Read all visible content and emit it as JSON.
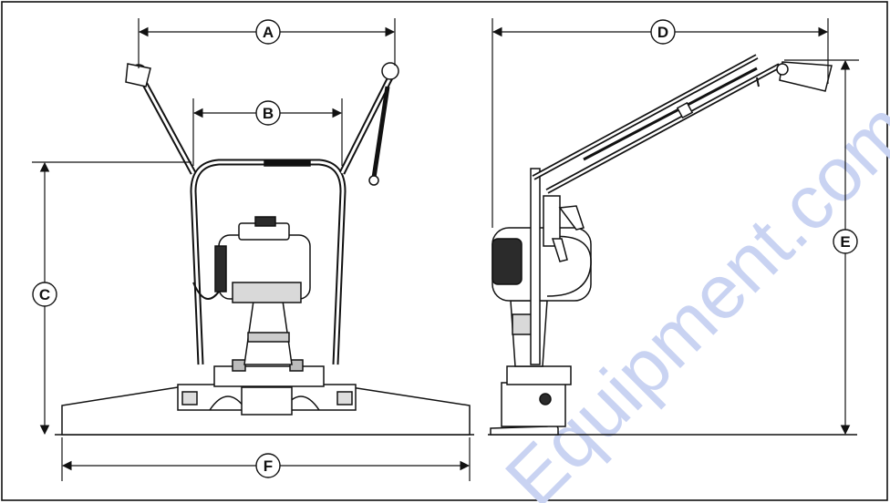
{
  "labels": {
    "a": "A",
    "b": "B",
    "c": "C",
    "d": "D",
    "e": "E",
    "f": "F"
  },
  "watermark": {
    "text": "Equipment.com",
    "color": "#c9d3f2"
  },
  "colors": {
    "line": "#111111",
    "machine_fill": "#ffffff",
    "shade": "#d9d9d9",
    "dark": "#2b2b2b"
  }
}
